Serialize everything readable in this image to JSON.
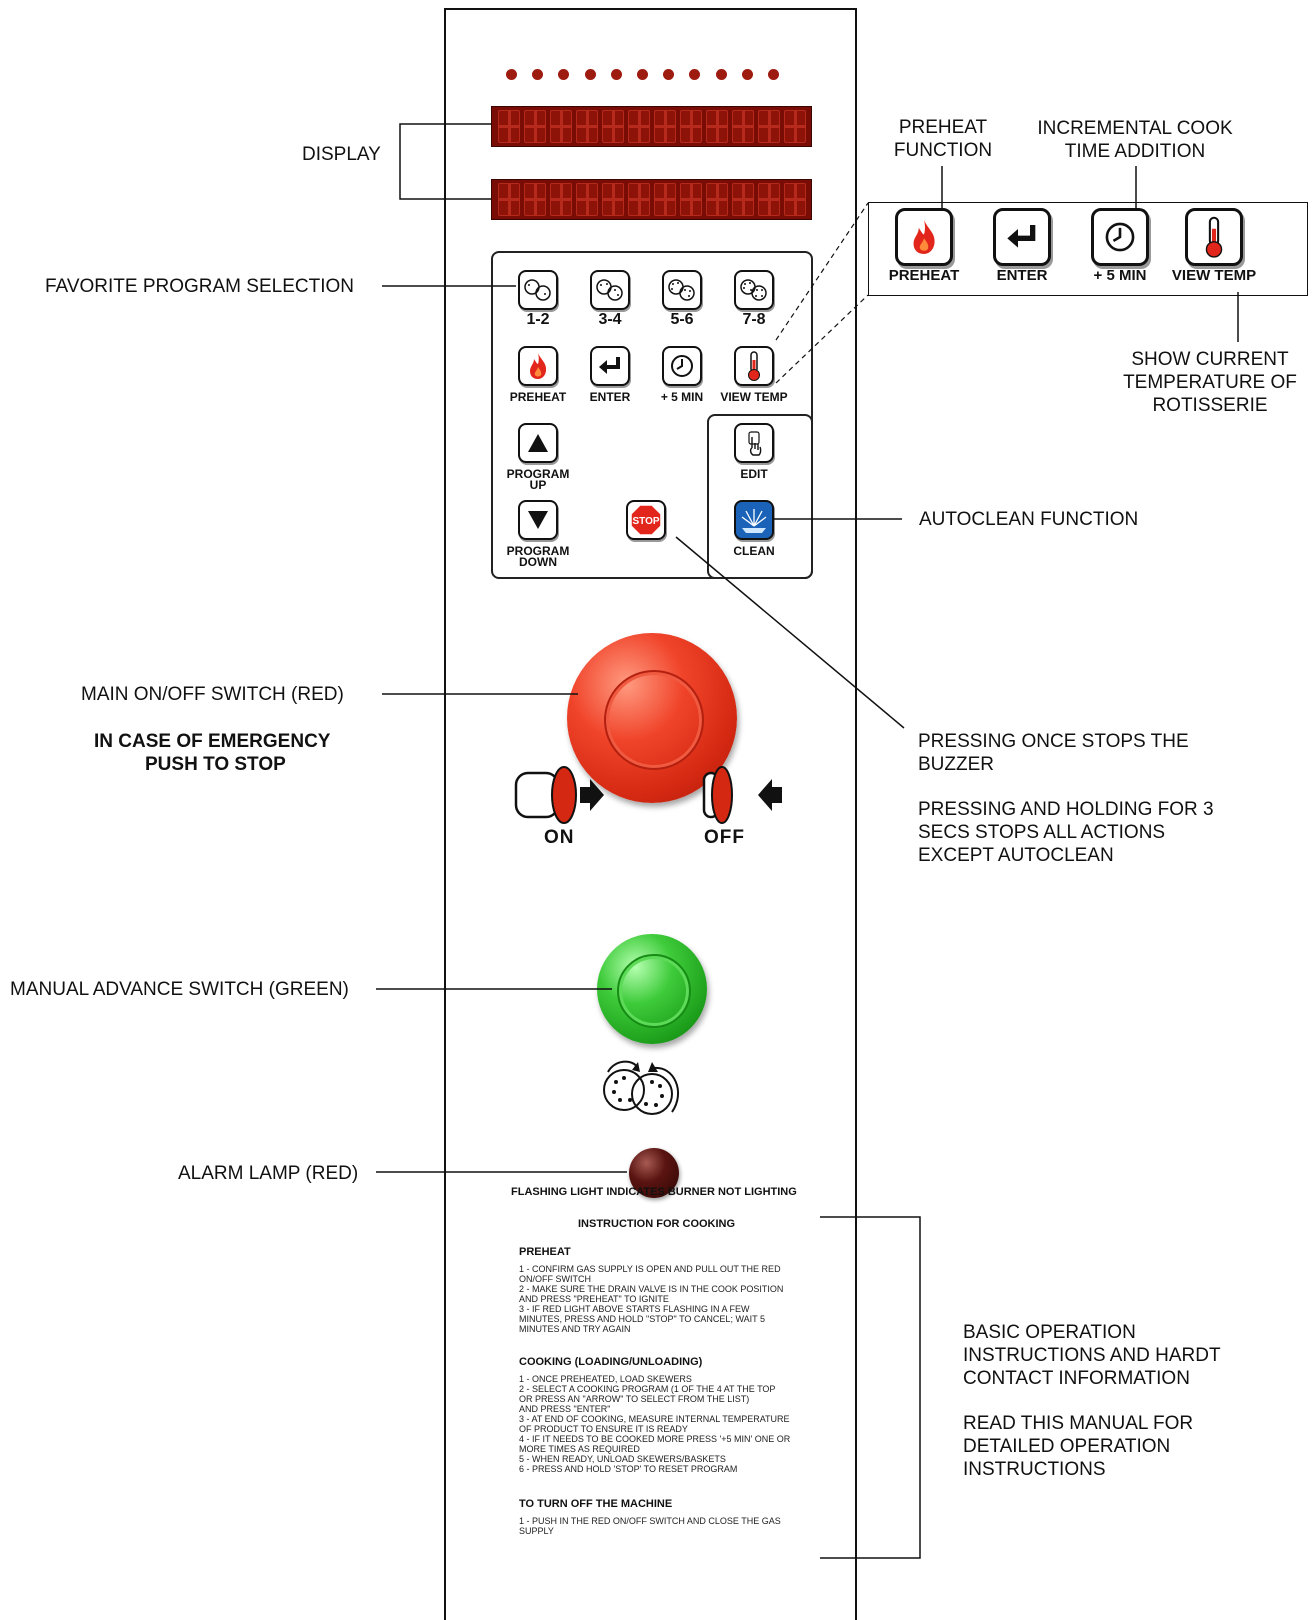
{
  "callouts": {
    "display": "DISPLAY",
    "favorite": "FAVORITE PROGRAM SELECTION",
    "main_switch": "MAIN ON/OFF SWITCH (RED)",
    "emergency_1": "IN CASE OF EMERGENCY",
    "emergency_2": "PUSH TO STOP",
    "manual_advance": "MANUAL ADVANCE SWITCH (GREEN)",
    "alarm_lamp": "ALARM LAMP (RED)",
    "preheat_function": "PREHEAT\nFUNCTION",
    "incremental": "INCREMENTAL COOK\nTIME ADDITION",
    "show_temp": "SHOW CURRENT\nTEMPERATURE OF\nROTISSERIE",
    "autoclean": "AUTOCLEAN FUNCTION",
    "stop_1": "PRESSING ONCE STOPS THE\nBUZZER",
    "stop_2": "PRESSING AND HOLDING FOR 3\nSECS STOPS ALL ACTIONS\nEXCEPT AUTOCLEAN",
    "basic_ops": "BASIC OPERATION\nINSTRUCTIONS AND HARDT\nCONTACT INFORMATION",
    "read_manual": "READ THIS MANUAL FOR\nDETAILED OPERATION\nINSTRUCTIONS"
  },
  "keypad": {
    "prog_1_2": "1-2",
    "prog_3_4": "3-4",
    "prog_5_6": "5-6",
    "prog_7_8": "7-8",
    "preheat": "PREHEAT",
    "enter": "ENTER",
    "plus5": "+ 5 MIN",
    "view_temp": "VIEW TEMP",
    "program_up": "PROGRAM\nUP",
    "program_down": "PROGRAM\nDOWN",
    "stop": "STOP",
    "edit": "EDIT",
    "clean": "CLEAN"
  },
  "inset": {
    "preheat": "PREHEAT",
    "enter": "ENTER",
    "plus5": "+ 5 MIN",
    "view_temp": "VIEW TEMP"
  },
  "switch_labels": {
    "on": "ON",
    "off": "OFF"
  },
  "instructions": {
    "flashing": "FLASHING LIGHT INDICATES BURNER NOT LIGHTING",
    "title": "INSTRUCTION FOR COOKING",
    "preheat_head": "PREHEAT",
    "preheat_body": "1 - CONFIRM GAS SUPPLY IS OPEN AND PULL OUT THE RED\n      ON/OFF SWITCH\n2 - MAKE SURE THE DRAIN VALVE IS IN THE COOK POSITION\n      AND PRESS \"PREHEAT\" TO IGNITE\n3 - IF RED LIGHT ABOVE STARTS FLASHING IN A FEW\n      MINUTES, PRESS AND HOLD \"STOP\" TO CANCEL; WAIT 5\n      MINUTES AND TRY AGAIN",
    "cooking_head": "COOKING (LOADING/UNLOADING)",
    "cooking_body": "1 - ONCE PREHEATED, LOAD SKEWERS\n2 - SELECT A COOKING PROGRAM (1 OF THE 4 AT THE TOP\n      OR PRESS AN \"ARROW\" TO SELECT FROM THE LIST)\n      AND PRESS \"ENTER\"\n3 - AT END OF COOKING, MEASURE INTERNAL TEMPERATURE\n      OF PRODUCT TO ENSURE IT IS READY\n4 - IF IT NEEDS TO BE COOKED MORE PRESS '+5 MIN' ONE OR\n      MORE TIMES AS REQUIRED\n5 - WHEN READY, UNLOAD SKEWERS/BASKETS\n6 - PRESS AND HOLD 'STOP' TO RESET PROGRAM",
    "off_head": "TO TURN OFF THE MACHINE",
    "off_body": "1 - PUSH IN THE RED ON/OFF SWITCH AND CLOSE THE GAS\n      SUPPLY"
  },
  "colors": {
    "display_red": "#7a0c06",
    "led_red": "#9e1b10",
    "flame_red": "#e3261b",
    "clean_blue": "#1a63b8",
    "main_switch_red": "#d42812",
    "advance_green": "#1c9d1a",
    "lamp": "#5a1411"
  },
  "icons": [
    "flame-icon",
    "enter-arrow-icon",
    "clock-icon",
    "thermometer-icon",
    "up-arrow-icon",
    "down-arrow-icon",
    "stop-sign-icon",
    "touch-hand-icon",
    "spray-clean-icon",
    "skewer-wheel-icon",
    "rotate-arrows-icon"
  ]
}
